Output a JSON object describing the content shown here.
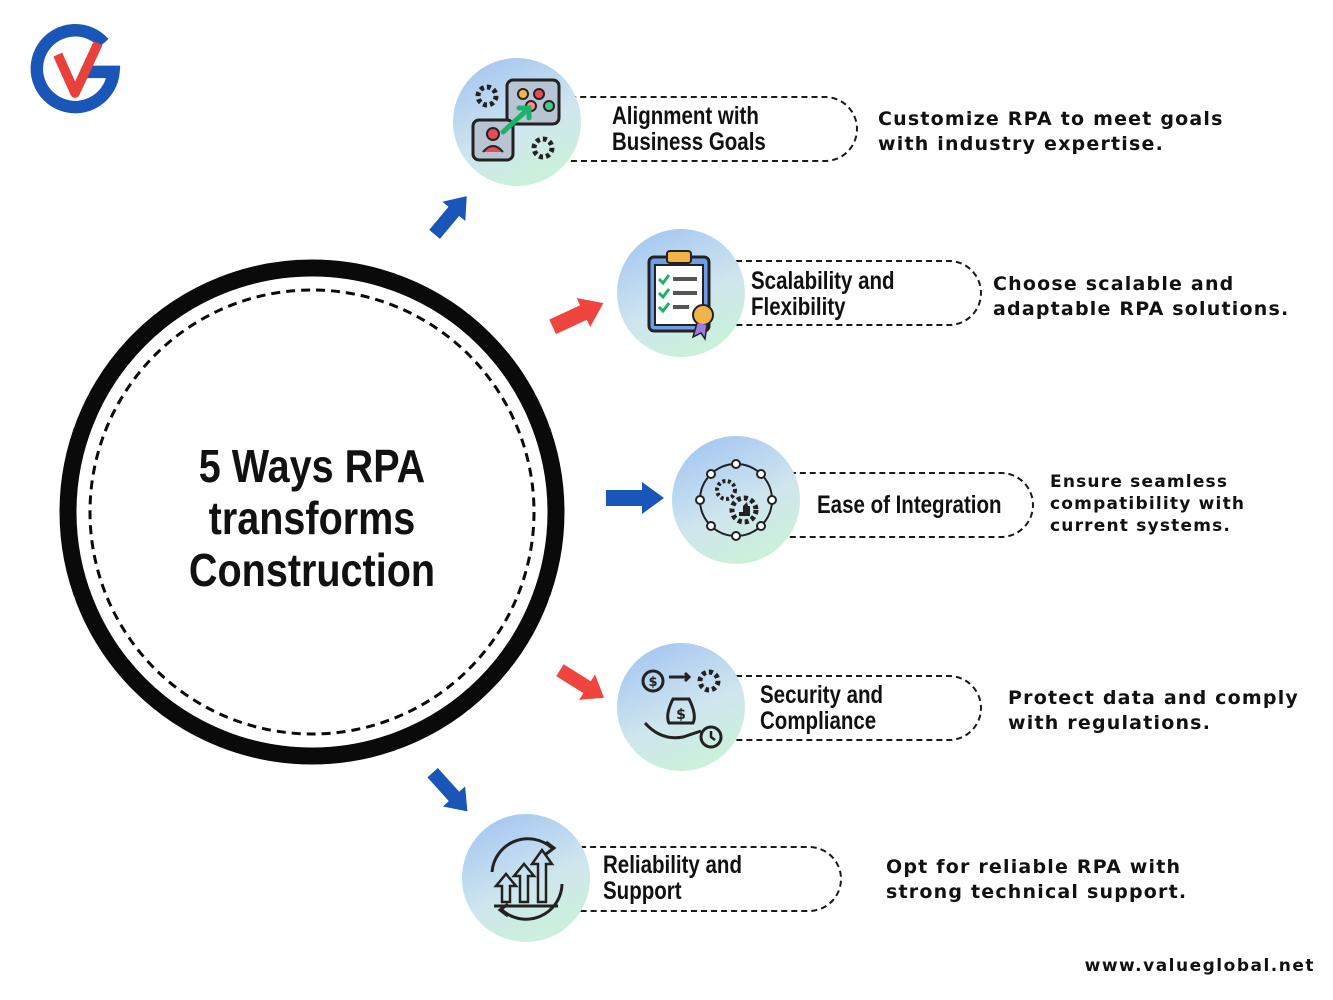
{
  "title_lines": [
    "5 Ways RPA",
    "transforms",
    "Construction"
  ],
  "items": [
    {
      "label_lines": [
        "Alignment with",
        "Business Goals"
      ],
      "icon": "team-growth-icon",
      "arrow_color": "#1a56b8",
      "desc_lines": [
        "Customize RPA to meet goals",
        "with industry expertise."
      ]
    },
    {
      "label_lines": [
        "Scalability and",
        "Flexibility"
      ],
      "icon": "compliance-clipboard-icon",
      "arrow_color": "#f0443f",
      "desc_lines": [
        "Choose scalable and",
        "adaptable RPA solutions."
      ]
    },
    {
      "label_lines": [
        "Ease of Integration"
      ],
      "icon": "integration-network-icon",
      "arrow_color": "#1a56b8",
      "desc_lines": [
        "Ensure seamless",
        "compatibility with",
        "current systems."
      ]
    },
    {
      "label_lines": [
        "Security and",
        "Compliance"
      ],
      "icon": "secure-finance-icon",
      "arrow_color": "#f0443f",
      "desc_lines": [
        "Protect data and comply",
        "with regulations."
      ]
    },
    {
      "label_lines": [
        "Reliability and",
        "Support"
      ],
      "icon": "growth-cycle-icon",
      "arrow_color": "#1a56b8",
      "desc_lines": [
        "Opt for reliable RPA with",
        "strong technical support."
      ]
    }
  ],
  "website": "www.valueglobal.net",
  "colors": {
    "blue": "#1a56b8",
    "red": "#f0443f",
    "dark": "#111111"
  }
}
